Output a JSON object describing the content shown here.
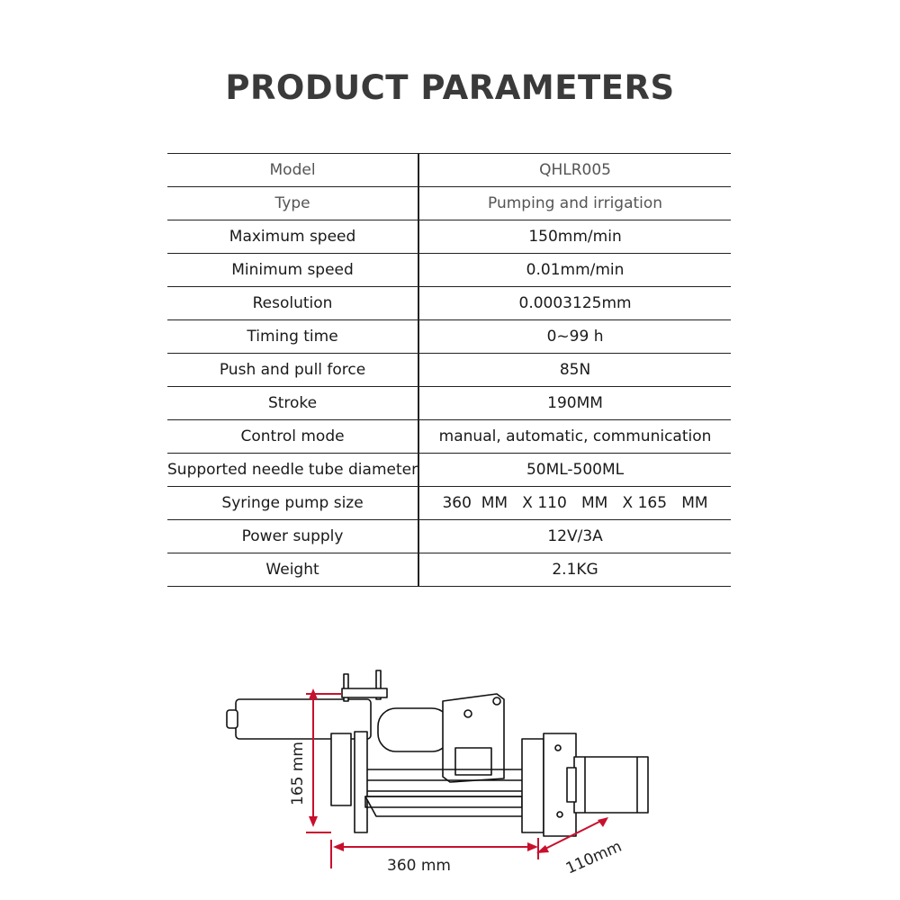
{
  "title": "PRODUCT PARAMETERS",
  "specs": [
    {
      "label": "Model",
      "value": "QHLR005"
    },
    {
      "label": "Type",
      "value": "Pumping and irrigation"
    },
    {
      "label": "Maximum speed",
      "value": "150mm/min"
    },
    {
      "label": "Minimum speed",
      "value": "0.01mm/min"
    },
    {
      "label": "Resolution",
      "value": "0.0003125mm"
    },
    {
      "label": "Timing time",
      "value": "0~99 h"
    },
    {
      "label": "Push and pull force",
      "value": "85N"
    },
    {
      "label": "Stroke",
      "value": "190MM"
    },
    {
      "label": "Control mode",
      "value": "manual, automatic, communication"
    },
    {
      "label": "Supported needle tube diameter",
      "value": "50ML-500ML"
    },
    {
      "label": "Syringe pump size",
      "value": "360  MM   X 110   MM   X 165   MM"
    },
    {
      "label": "Power supply",
      "value": "12V/3A"
    },
    {
      "label": "Weight",
      "value": "2.1KG"
    }
  ],
  "dimensions": {
    "height": "165 mm",
    "length": "360 mm",
    "width": "110mm"
  },
  "colors": {
    "dimension_lines": "#c8102e",
    "table_lines": "#222222"
  }
}
